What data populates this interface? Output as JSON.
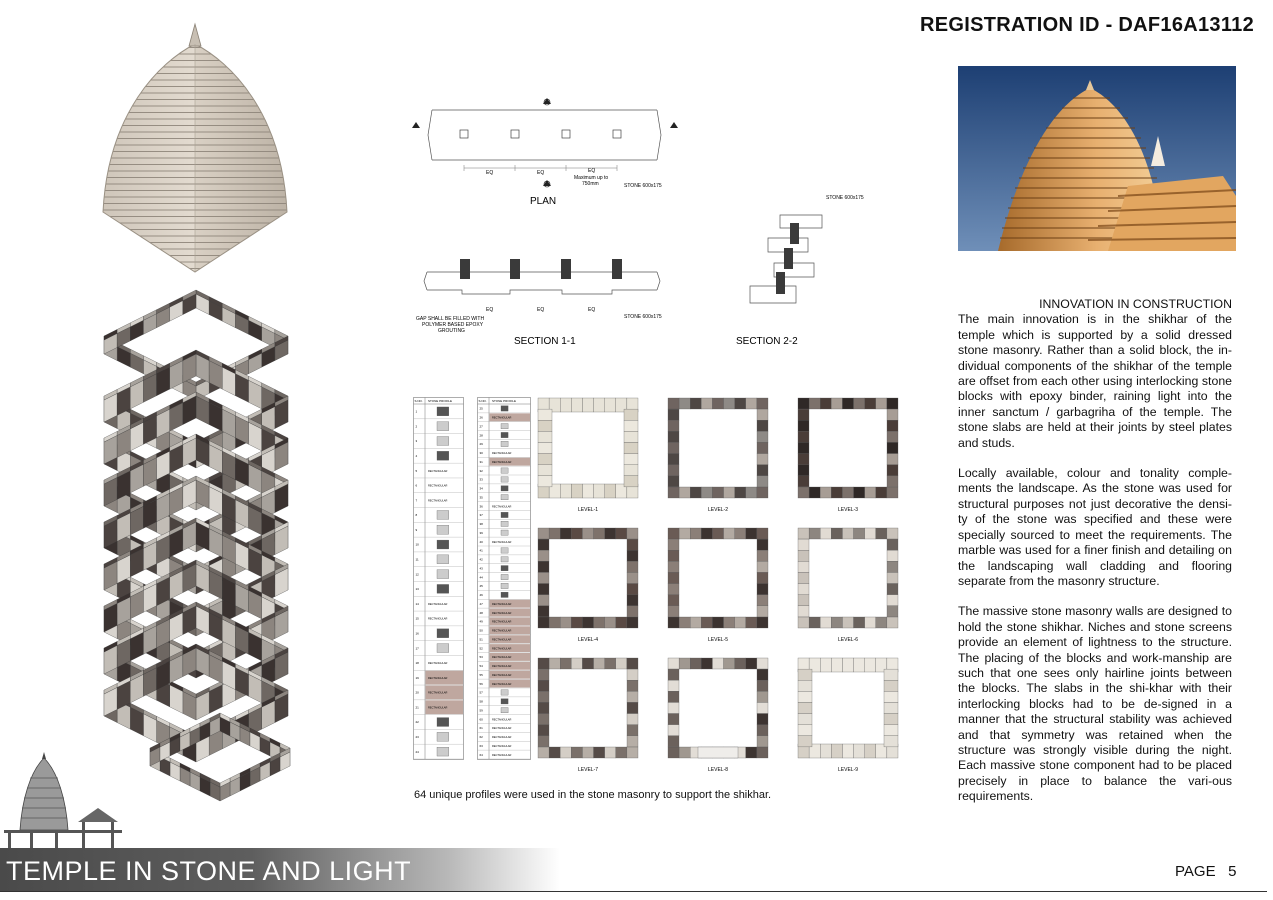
{
  "header": {
    "registration_id": "REGISTRATION ID - DAF16A13112"
  },
  "drawings": {
    "plan_title": "PLAN",
    "section11_title": "SECTION 1-1",
    "section22_title": "SECTION 2-2",
    "stone_note": "STONE 600x175",
    "eq": "EQ",
    "max_note_1": "Maximum up to",
    "max_note_2": "750mm",
    "gap_note_1": "GAP SHALL BE FILLED WITH",
    "gap_note_2": "POLYMER BASED EPOXY",
    "gap_note_3": "GROUTING"
  },
  "profiles_table": {
    "header_no": "S.NO.",
    "header_profile": "STONE PROFILE",
    "rectangular": "RECTANGULAR",
    "left_numbers": [
      "1",
      "2",
      "3",
      "4",
      "5",
      "6",
      "7",
      "8",
      "9",
      "10",
      "11",
      "12",
      "13",
      "14",
      "15",
      "16",
      "17",
      "18",
      "19",
      "20",
      "21",
      "22",
      "23",
      "24"
    ],
    "right_numbers": [
      "25",
      "26",
      "27",
      "28",
      "29",
      "30",
      "31",
      "32",
      "33",
      "34",
      "35",
      "36",
      "37",
      "38",
      "39",
      "40",
      "41",
      "42",
      "43",
      "44",
      "45",
      "46",
      "47",
      "48",
      "49",
      "50",
      "51",
      "52",
      "53",
      "54",
      "55",
      "56",
      "57",
      "58",
      "59",
      "60",
      "61",
      "62",
      "63",
      "64"
    ]
  },
  "levels": [
    "LEVEL-1",
    "LEVEL-2",
    "LEVEL-3",
    "LEVEL-4",
    "LEVEL-5",
    "LEVEL-6",
    "LEVEL-7",
    "LEVEL-8",
    "LEVEL-9"
  ],
  "caption": "64 unique profiles were used in the stone masonry to support the shikhar.",
  "text": {
    "heading": "INNOVATION IN CONSTRUCTION",
    "p1": "The main innovation is in the shikhar of the temple which is supported by a solid dressed stone masonry. Rather than a solid block, the in-dividual components of the shikhar of the temple are offset from each other using interlocking stone blocks with epoxy binder, raining light into the inner sanctum / garbagriha of the temple. The stone slabs are held at their joints by steel plates and studs.",
    "p2": "Locally available, colour and tonality comple-ments the landscape. As the stone was used for structural purposes not just decorative the densi-ty of the stone was specified and these were specially sourced to meet the requirements. The marble was used for a finer finish and detailing on the landscaping wall cladding and flooring separate from the masonry structure.",
    "p3": "The massive stone masonry walls are designed to hold the stone shikhar. Niches and stone screens provide an element of lightness to the structure. The placing of the blocks and work-manship are such that one sees only hairline joints between the blocks. The slabs in the shi-khar with their interlocking blocks had to be de-signed in a manner that the structural stability was achieved and that symmetry was retained when the structure was strongly visible during the night. Each massive stone component had to be placed precisely in place to balance the vari-ous requirements."
  },
  "footer": {
    "title": "TEMPLE IN STONE AND LIGHT",
    "page": "PAGE",
    "page_number": "5"
  }
}
